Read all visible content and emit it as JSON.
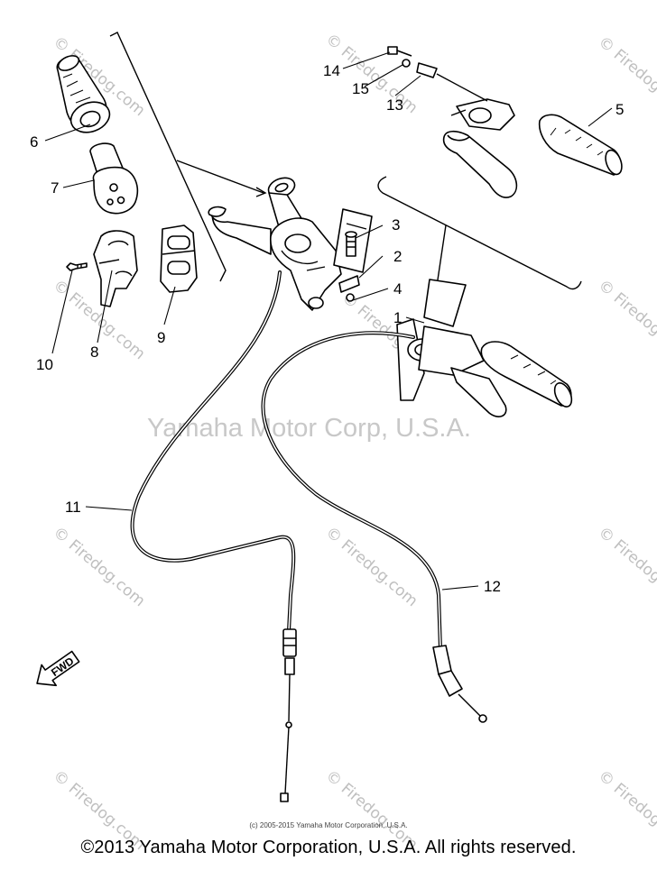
{
  "watermark": {
    "center_text": "Yamaha Motor Corp, U.S.A.",
    "site_text": "© Firedog.com"
  },
  "callouts": [
    {
      "id": "1",
      "label": "1"
    },
    {
      "id": "2",
      "label": "2"
    },
    {
      "id": "3",
      "label": "3"
    },
    {
      "id": "4",
      "label": "4"
    },
    {
      "id": "5",
      "label": "5"
    },
    {
      "id": "6",
      "label": "6"
    },
    {
      "id": "7",
      "label": "7"
    },
    {
      "id": "8",
      "label": "8"
    },
    {
      "id": "9",
      "label": "9"
    },
    {
      "id": "10",
      "label": "10"
    },
    {
      "id": "11",
      "label": "11"
    },
    {
      "id": "12",
      "label": "12"
    },
    {
      "id": "13",
      "label": "13"
    },
    {
      "id": "14",
      "label": "14"
    },
    {
      "id": "15",
      "label": "15"
    }
  ],
  "fwd_label": "FWD",
  "footer": {
    "small_copyright": "(c) 2005-2015 Yamaha Motor Corporation, U.S.A.",
    "main_copyright": "©2013 Yamaha Motor Corporation, U.S.A. All rights reserved."
  }
}
